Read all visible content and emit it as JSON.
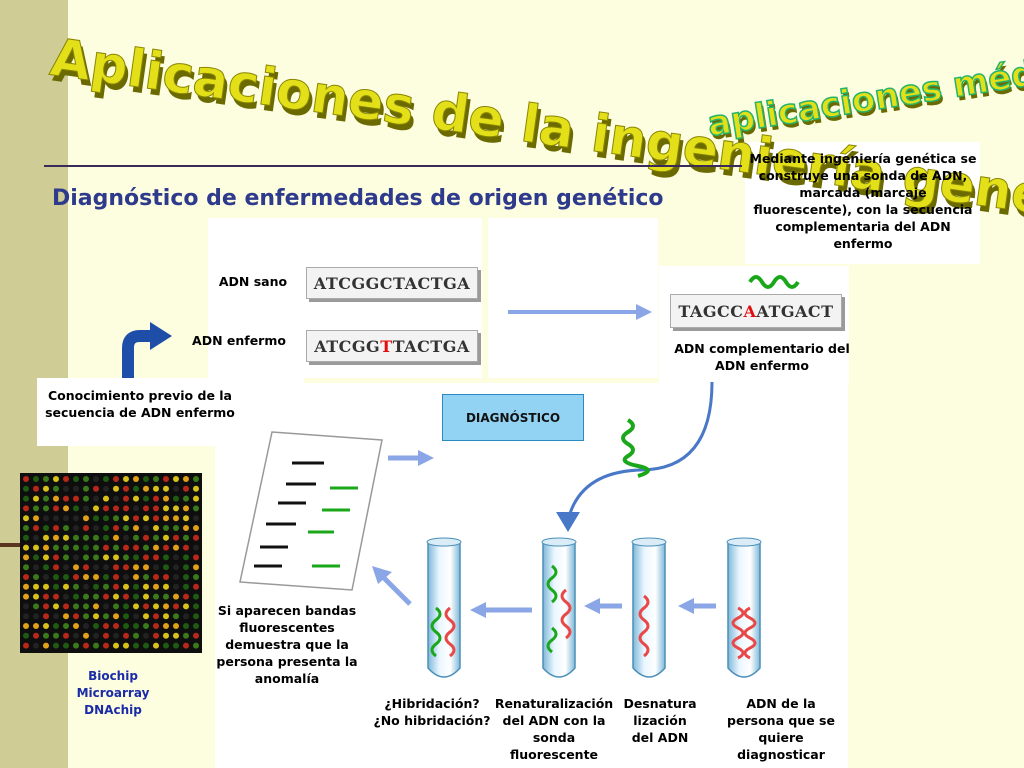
{
  "header": {
    "title": "Aplicaciones de la ingeniería genética",
    "badge": "aplicaciones médicas",
    "subtitle": "Diagnóstico de enfermedades de origen genético"
  },
  "intro_text": "Mediante ingeniería genética se construye una sonda de ADN, marcada (marcaje fluorescente), con la secuencia complementaria del ADN enfermo",
  "sequences": {
    "healthy_label": "ADN sano",
    "healthy_seq": "ATCGGCTACTGA",
    "sick_label": "ADN enfermo",
    "sick_seq_pre": "ATCGG",
    "sick_seq_mut": "T",
    "sick_seq_post": "TACTGA",
    "probe_seq_pre": "TAGCC",
    "probe_seq_mut": "A",
    "probe_seq_post": "ATGACT",
    "probe_label": "ADN complementario del ADN enfermo"
  },
  "prior_knowledge": "Conocimiento previo de la secuencia de ADN enfermo",
  "diagnosis_box": "DIAGNÓSTICO",
  "result_text": "Si aparecen bandas fluorescentes demuestra que la persona presenta la anomalía",
  "biochip_lines": [
    "Biochip",
    "Microarray",
    "DNAchip"
  ],
  "tubes": [
    {
      "label": "¿Hibridación? ¿No hibridación?"
    },
    {
      "label": "Renaturalización del ADN con la sonda fluorescente"
    },
    {
      "label": "Desnatura lización del ADN"
    },
    {
      "label": "ADN de la persona que se quiere diagnosticar"
    }
  ],
  "colors": {
    "title_fill": "#e3e01a",
    "title_text": "#c8c200",
    "badge_text": "#25b36a",
    "subtitle": "#2e3a8c",
    "probe_green": "#1aa81a",
    "dna_red": "#e84848",
    "arrow_blue": "#8aa6e6",
    "curve_arrow": "#1f4ea8"
  }
}
